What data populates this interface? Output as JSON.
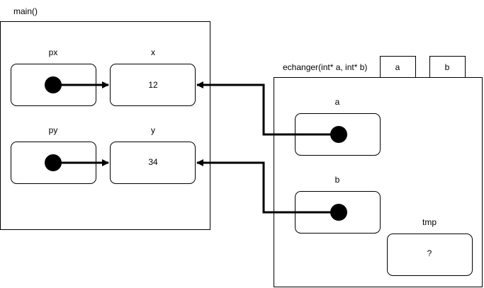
{
  "main_frame": {
    "title": "main()"
  },
  "main_vars": [
    {
      "pointer_label": "px",
      "target_label": "x",
      "target_value": "12"
    },
    {
      "pointer_label": "py",
      "target_label": "y",
      "target_value": "34"
    }
  ],
  "func_frame": {
    "signature": "echanger(int* a, int* b)",
    "param_tabs": [
      "a",
      "b"
    ],
    "pointer_labels": [
      "a",
      "b"
    ],
    "local": {
      "label": "tmp",
      "value": "?"
    }
  }
}
